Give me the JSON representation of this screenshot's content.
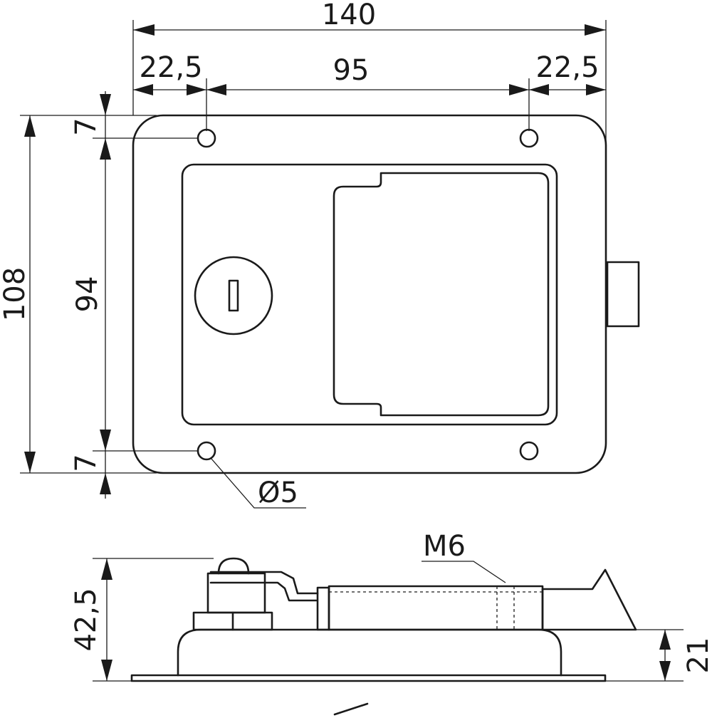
{
  "drawing": {
    "top_view": {
      "overall_width": "140",
      "left_offset": "22,5",
      "hole_spacing": "95",
      "right_offset": "22,5",
      "overall_height": "108",
      "hole_height_spacing": "94",
      "top_offset": "7",
      "bottom_offset": "7",
      "hole_diameter": "Ø5"
    },
    "side_view": {
      "thread": "M6",
      "total_height": "42,5",
      "body_height": "21"
    }
  }
}
